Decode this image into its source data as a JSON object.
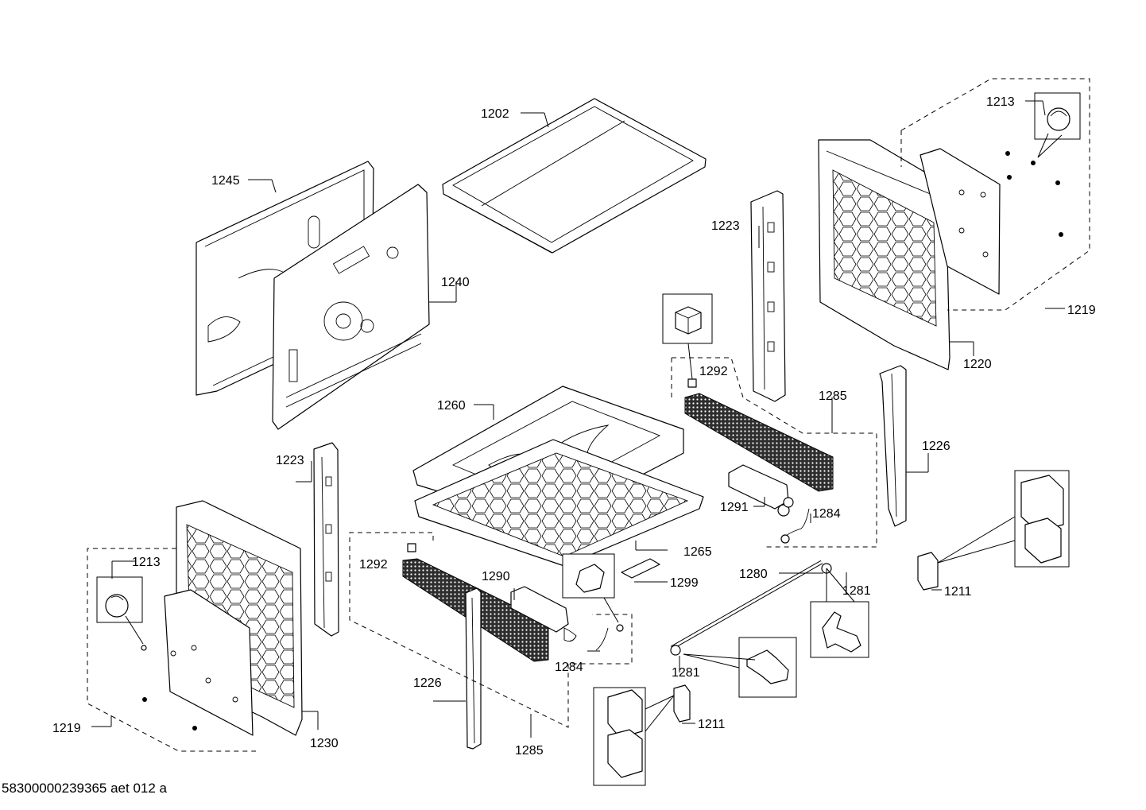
{
  "document_reference": "58300000239365 aet 012 a",
  "callouts": [
    "1202",
    "1245",
    "1240",
    "1223",
    "1213",
    "1219",
    "1220",
    "1292",
    "1285",
    "1226",
    "1260",
    "1291",
    "1284",
    "1265",
    "1223",
    "1299",
    "1280",
    "1281",
    "1211",
    "1213",
    "1292",
    "1290",
    "1284",
    "1281",
    "1226",
    "1211",
    "1219",
    "1230",
    "1285"
  ]
}
